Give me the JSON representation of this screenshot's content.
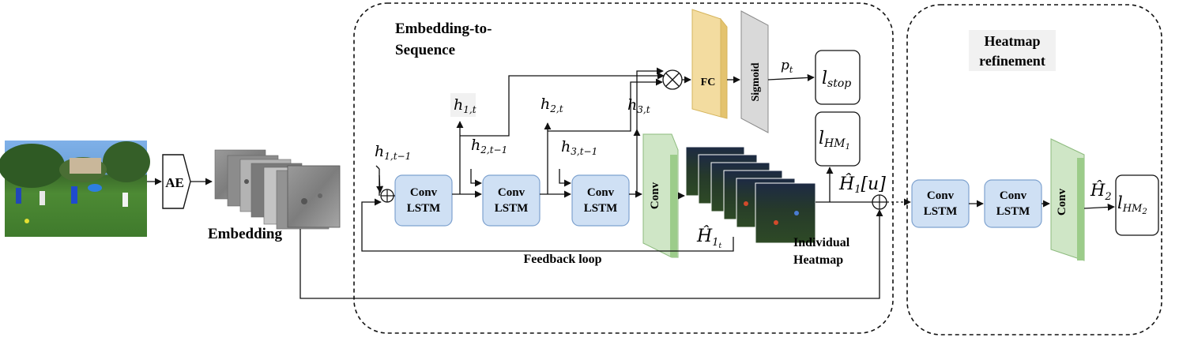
{
  "colors": {
    "lstm_fill": "#cfe0f4",
    "lstm_stroke": "#7ea2cf",
    "conv_fill": "#cfe6c6",
    "conv_stroke": "#8dbb7e",
    "fc_fill": "#f3dca0",
    "fc_stroke": "#d6b55c",
    "sigmoid_fill": "#d9d9d9",
    "sigmoid_stroke": "#8a8a8a",
    "line": "#111111"
  },
  "sections": {
    "e2s_title_line1": "Embedding-to-",
    "e2s_title_line2": "Sequence",
    "refine_title_line1": "Heatmap",
    "refine_title_line2": "refinement"
  },
  "labels": {
    "ae": "AE",
    "embedding": "Embedding",
    "convlstm_top": "Conv",
    "convlstm_bottom": "LSTM",
    "conv": "Conv",
    "fc": "FC",
    "sigmoid": "Sigmoid",
    "feedback_loop": "Feedback loop",
    "individual_line1": "Individual",
    "individual_line2": "Heatmap"
  },
  "math": {
    "h1t": {
      "base": "h",
      "sub": "1,t"
    },
    "h2t": {
      "base": "h",
      "sub": "2,t"
    },
    "h3t": {
      "base": "h",
      "sub": "3,t"
    },
    "h1tm1": {
      "base": "h",
      "sub": "1,t−1"
    },
    "h2tm1": {
      "base": "h",
      "sub": "2,t−1"
    },
    "h3tm1": {
      "base": "h",
      "sub": "3,t−1"
    },
    "pt": {
      "base": "p",
      "sub": "t"
    },
    "lstop": {
      "base": "l",
      "sub": "stop"
    },
    "lhm1": {
      "base": "l",
      "sub": "HM",
      "subsub": "1"
    },
    "lhm2": {
      "base": "l",
      "sub": "HM",
      "subsub": "2"
    },
    "H1u": {
      "base": "Ĥ",
      "sub": "1",
      "tail": "[u]"
    },
    "H1t": {
      "base": "Ĥ",
      "sub": "1",
      "subsub": "t"
    },
    "H2": {
      "base": "Ĥ",
      "sub": "2"
    }
  },
  "icons": {
    "multiply": "circle-times",
    "add": "circle-plus"
  }
}
